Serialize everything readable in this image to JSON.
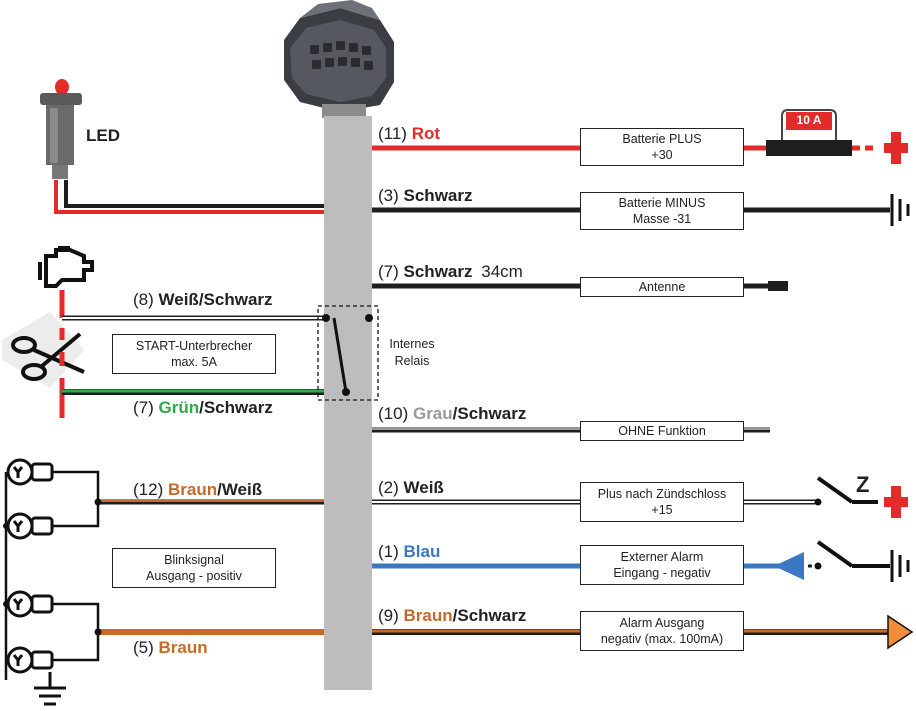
{
  "colors": {
    "red": "#e32b2b",
    "black": "#1e1e1e",
    "green": "#2faa4a",
    "grey": "#9a9a9a",
    "brown": "#c8692a",
    "blue": "#3a78c3",
    "orange": "#f08c3a",
    "connector": "#bdbdbd"
  },
  "led_label": "LED",
  "left_wires": [
    {
      "num": "(8)",
      "parts": [
        {
          "text": "Weiß/Schwarz",
          "color": "#222222"
        }
      ]
    },
    {
      "num": "(7)",
      "parts": [
        {
          "text": "Grün",
          "color": "#2faa4a"
        },
        {
          "text": "/Schwarz",
          "color": "#222222"
        }
      ]
    },
    {
      "num": "(12)",
      "parts": [
        {
          "text": "Braun",
          "color": "#c8692a"
        },
        {
          "text": "/Weiß",
          "color": "#222222"
        }
      ]
    },
    {
      "num": "(5)",
      "parts": [
        {
          "text": "Braun",
          "color": "#c8692a"
        }
      ]
    }
  ],
  "right_wires": [
    {
      "num": "(11)",
      "parts": [
        {
          "text": "Rot",
          "color": "#e32b2b"
        }
      ],
      "suffix": "",
      "box": [
        "Batterie PLUS",
        "+30"
      ]
    },
    {
      "num": "(3)",
      "parts": [
        {
          "text": "Schwarz",
          "color": "#222222"
        }
      ],
      "suffix": "",
      "box": [
        "Batterie MINUS",
        "Masse  -31"
      ]
    },
    {
      "num": "(7)",
      "parts": [
        {
          "text": "Schwarz",
          "color": "#222222"
        }
      ],
      "suffix": "34cm",
      "box": [
        "Antenne"
      ]
    },
    {
      "num": "(10)",
      "parts": [
        {
          "text": "Grau",
          "color": "#9a9a9a"
        },
        {
          "text": "/Schwarz",
          "color": "#222222"
        }
      ],
      "suffix": "",
      "box": [
        "OHNE Funktion"
      ]
    },
    {
      "num": "(2)",
      "parts": [
        {
          "text": "Weiß",
          "color": "#222222"
        }
      ],
      "suffix": "",
      "box": [
        "Plus nach Zündschloss",
        "+15"
      ]
    },
    {
      "num": "(1)",
      "parts": [
        {
          "text": "Blau",
          "color": "#3a78c3"
        }
      ],
      "suffix": "",
      "box": [
        "Externer Alarm",
        "Eingang - negativ"
      ]
    },
    {
      "num": "(9)",
      "parts": [
        {
          "text": "Braun",
          "color": "#c8692a"
        },
        {
          "text": "/Schwarz",
          "color": "#222222"
        }
      ],
      "suffix": "",
      "box": [
        "Alarm Ausgang",
        "negativ (max. 100mA)"
      ]
    }
  ],
  "start_box": [
    "START-Unterbrecher",
    "max. 5A"
  ],
  "blink_box": [
    "Blinksignal",
    "Ausgang  - positiv"
  ],
  "relay_label": [
    "Internes",
    "Relais"
  ],
  "fuse_label": "10 A",
  "z_label": "Z",
  "icons": [
    "led-icon",
    "connector-plug-icon",
    "engine-icon",
    "scissors-icon",
    "bulb-icon",
    "ground-icon",
    "plus-icon",
    "fuse-icon",
    "switch-icon",
    "arrow-icon"
  ]
}
